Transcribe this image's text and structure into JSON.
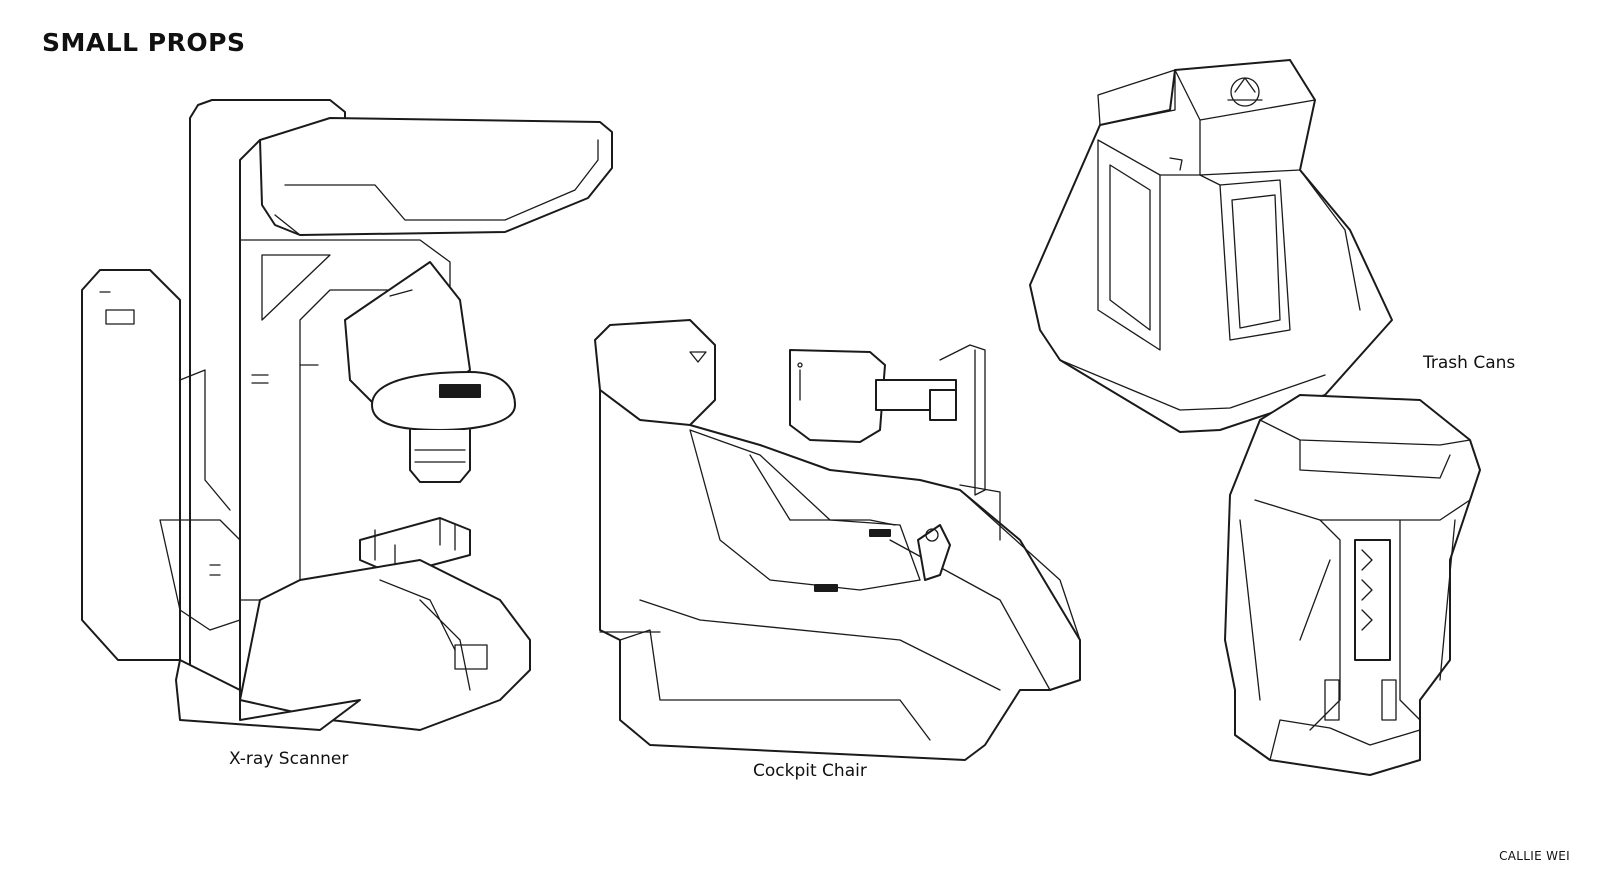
{
  "page": {
    "title": "SMALL PROPS",
    "signature": "CALLIE WEI"
  },
  "props": [
    {
      "label": "X-ray Scanner",
      "icon": "xray-scanner-sketch"
    },
    {
      "label": "Cockpit Chair",
      "icon": "cockpit-chair-sketch"
    },
    {
      "label": "Trash Cans",
      "icon": "trash-can-sketches"
    }
  ]
}
